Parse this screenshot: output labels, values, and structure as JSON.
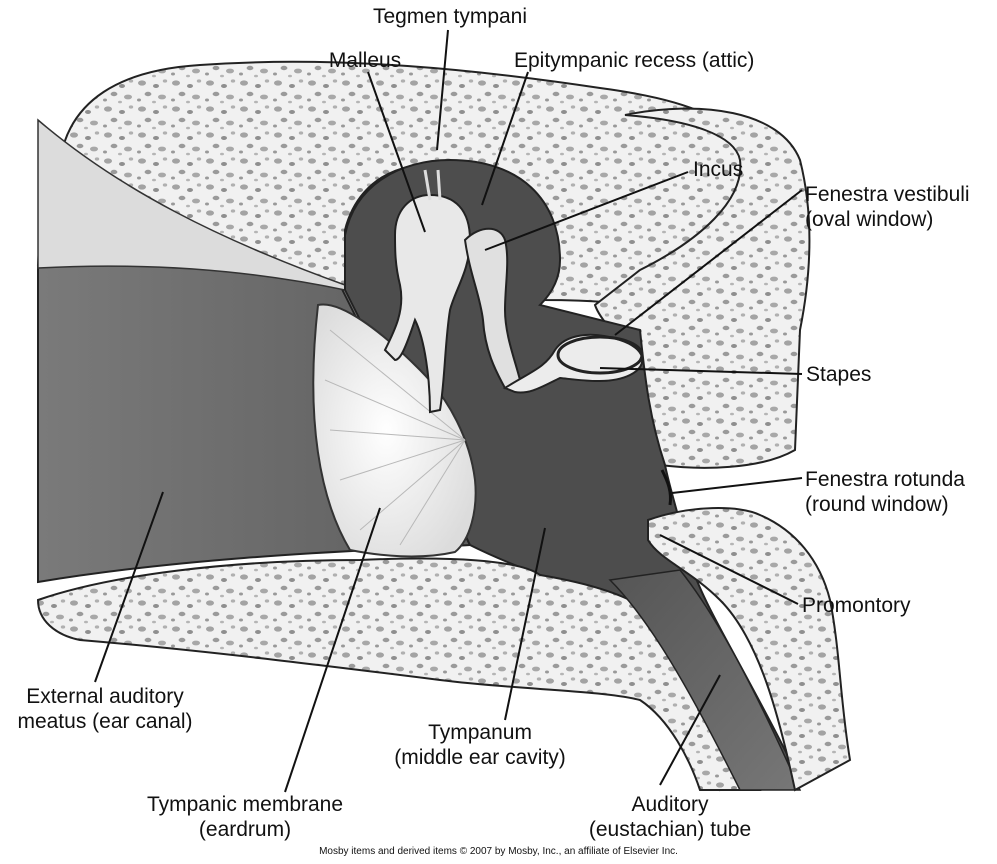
{
  "labels": {
    "tegmen": [
      "Tegmen tympani"
    ],
    "malleus": [
      "Malleus"
    ],
    "epitympanic": [
      "Epitympanic recess (attic)"
    ],
    "incus": [
      "Incus"
    ],
    "oval": [
      "Fenestra vestibuli",
      "(oval window)"
    ],
    "stapes": [
      "Stapes"
    ],
    "round": [
      "Fenestra rotunda",
      "(round window)"
    ],
    "promontory": [
      "Promontory"
    ],
    "external": [
      "External auditory",
      "meatus (ear canal)"
    ],
    "tympanum": [
      "Tympanum",
      "(middle ear cavity)"
    ],
    "membrane": [
      "Tympanic membrane",
      "(eardrum)"
    ],
    "auditory": [
      "Auditory",
      "(eustachian) tube"
    ]
  },
  "credit": "Mosby items and derived items © 2007 by Mosby, Inc., an affiliate of Elsevier Inc.",
  "colors": {
    "background": "#ffffff",
    "bone": "#f1f1f1",
    "bone_pores": "#9a9a9a",
    "canal": "#6f6f6f",
    "cavity": "#4a4a4a",
    "ossicle": "#e6e6e6",
    "line": "#111111"
  }
}
